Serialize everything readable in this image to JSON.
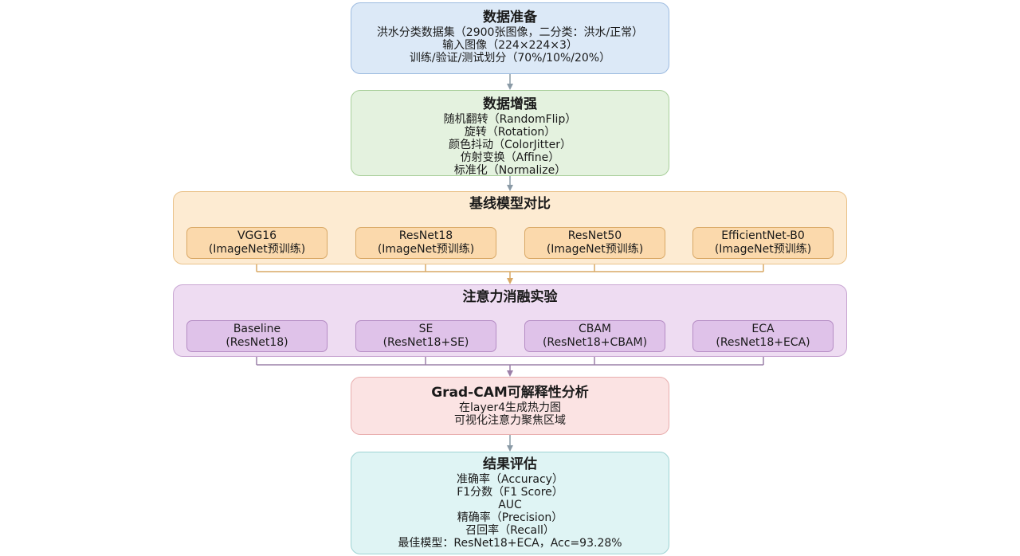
{
  "data_prep": {
    "title": "数据准备",
    "lines": [
      "洪水分类数据集（2900张图像，二分类：洪水/正常）",
      "输入图像（224×224×3）",
      "训练/验证/测试划分（70%/10%/20%）"
    ]
  },
  "augmentation": {
    "title": "数据增强",
    "lines": [
      "随机翻转（RandomFlip）",
      "旋转（Rotation）",
      "颜色抖动（ColorJitter）",
      "仿射变换（Affine）",
      "标准化（Normalize）"
    ]
  },
  "baseline": {
    "title": "基线模型对比",
    "models": [
      {
        "name": "VGG16",
        "note": "(ImageNet预训练)"
      },
      {
        "name": "ResNet18",
        "note": "(ImageNet预训练)"
      },
      {
        "name": "ResNet50",
        "note": "(ImageNet预训练)"
      },
      {
        "name": "EfficientNet-B0",
        "note": "(ImageNet预训练)"
      }
    ]
  },
  "attention": {
    "title": "注意力消融实验",
    "variants": [
      {
        "name": "Baseline",
        "note": "(ResNet18)"
      },
      {
        "name": "SE",
        "note": "(ResNet18+SE)"
      },
      {
        "name": "CBAM",
        "note": "(ResNet18+CBAM)"
      },
      {
        "name": "ECA",
        "note": "(ResNet18+ECA)"
      }
    ]
  },
  "gradcam": {
    "title": "Grad-CAM可解释性分析",
    "lines": [
      "在layer4生成热力图",
      "可视化注意力聚焦区域"
    ]
  },
  "results": {
    "title": "结果评估",
    "lines": [
      "准确率（Accuracy）",
      "F1分数（F1 Score）",
      "AUC",
      "精确率（Precision）",
      "召回率（Recall）",
      "最佳模型：ResNet18+ECA，Acc=93.28%"
    ]
  },
  "colors": {
    "arrow_gray": "#8a9aa6",
    "arrow_orange": "#d9a865",
    "arrow_purple": "#9b80a8"
  }
}
